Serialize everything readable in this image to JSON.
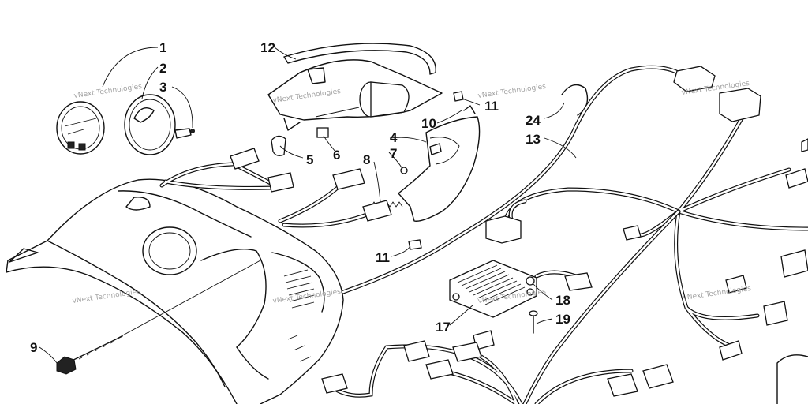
{
  "diagram": {
    "callouts": [
      {
        "id": "c1",
        "label": "1"
      },
      {
        "id": "c2",
        "label": "2"
      },
      {
        "id": "c3",
        "label": "3"
      },
      {
        "id": "c4",
        "label": "4"
      },
      {
        "id": "c5",
        "label": "5"
      },
      {
        "id": "c6",
        "label": "6"
      },
      {
        "id": "c7",
        "label": "7"
      },
      {
        "id": "c8",
        "label": "8"
      },
      {
        "id": "c9",
        "label": "9"
      },
      {
        "id": "c10",
        "label": "10"
      },
      {
        "id": "c11a",
        "label": "11"
      },
      {
        "id": "c11b",
        "label": "11"
      },
      {
        "id": "c12",
        "label": "12"
      },
      {
        "id": "c13",
        "label": "13"
      },
      {
        "id": "c17",
        "label": "17"
      },
      {
        "id": "c18",
        "label": "18"
      },
      {
        "id": "c19",
        "label": "19"
      },
      {
        "id": "c24",
        "label": "24"
      }
    ],
    "watermark": "vNext Technologies"
  }
}
